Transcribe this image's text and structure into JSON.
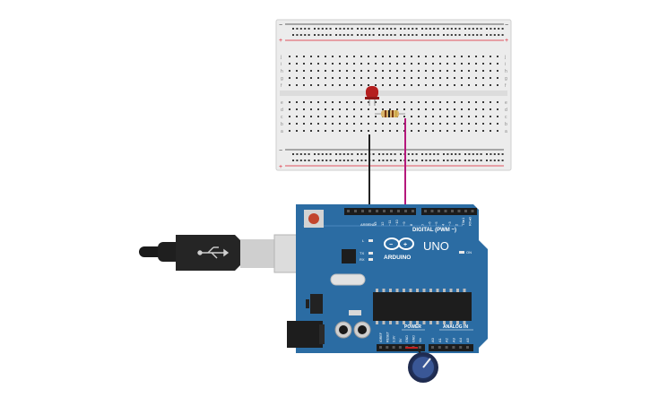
{
  "board": {
    "logo_text": "ARDUINO",
    "model": "UNO",
    "digital_label": "DIGITAL (PWM ~)",
    "power_label": "POWER",
    "analog_label": "ANALOG IN",
    "on_label": "ON",
    "l_label": "L",
    "tx_label": "TX",
    "rx_label": "RX",
    "aref_label": "AREF",
    "gnd_label": "GND",
    "pins_digital": [
      "13",
      "12",
      "~11",
      "~10",
      "~9",
      "8",
      "7",
      "~6",
      "~5",
      "4",
      "~3",
      "2",
      "TX▸1",
      "RX◂0"
    ],
    "pins_power": [
      "IOREF",
      "RESET",
      "3.3V",
      "5V",
      "GND",
      "GND",
      "Vin"
    ],
    "pins_analog": [
      "A0",
      "A1",
      "A2",
      "A3",
      "A4",
      "A5"
    ]
  },
  "breadboard": {
    "row_letters_top": [
      "j",
      "i",
      "h",
      "g",
      "f"
    ],
    "row_letters_bottom": [
      "e",
      "d",
      "c",
      "b",
      "a"
    ],
    "rail_minus": "−",
    "rail_plus": "+"
  },
  "colors": {
    "board": "#2b6ca3",
    "wire_black": "#222222",
    "wire_magenta": "#b5187c",
    "led": "#b51f1f",
    "breadboard": "#ececec"
  },
  "components": {
    "led": "red-led",
    "resistor": "resistor",
    "potentiometer": "potentiometer-knob",
    "usb": "usb-cable"
  }
}
